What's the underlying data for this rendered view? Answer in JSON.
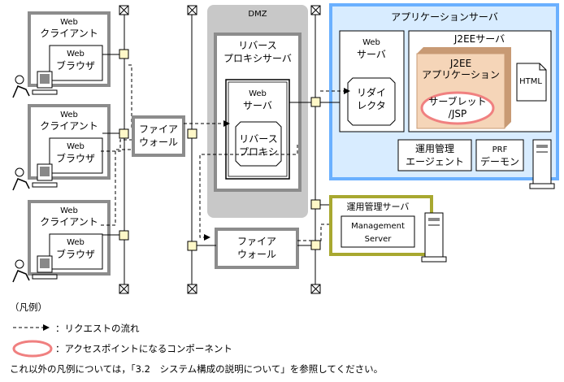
{
  "clients": [
    {
      "web": "Web",
      "client": "クライアント",
      "browser_web": "Web",
      "browser": "ブラウザ"
    },
    {
      "web": "Web",
      "client": "クライアント",
      "browser_web": "Web",
      "browser": "ブラウザ"
    },
    {
      "web": "Web",
      "client": "クライアント",
      "browser_web": "Web",
      "browser": "ブラウザ"
    }
  ],
  "firewall_left": {
    "line1": "ファイア",
    "line2": "ウォール"
  },
  "dmz": {
    "title": "DMZ",
    "reverse_proxy_server": {
      "line1": "リバース",
      "line2": "プロキシサーバ"
    },
    "web_server": {
      "line1": "Web",
      "line2": "サーバ"
    },
    "reverse_proxy": {
      "line1": "リバース",
      "line2": "プロキシ"
    }
  },
  "firewall_bottom": {
    "line1": "ファイア",
    "line2": "ウォール"
  },
  "app_server": {
    "title": "アプリケーションサーバ",
    "web_server": {
      "line1": "Web",
      "line2": "サーバ"
    },
    "redirector": {
      "line1": "リダイ",
      "line2": "レクタ"
    },
    "j2ee_server": "J2EEサーバ",
    "j2ee_app": {
      "line1": "J2EE",
      "line2": "アプリケーション"
    },
    "servlet": {
      "line1": "サーブレット",
      "line2": "/JSP"
    },
    "html": "HTML",
    "mgmt_agent": {
      "line1": "運用管理",
      "line2": "エージェント"
    },
    "prf_daemon": {
      "line1": "PRF",
      "line2": "デーモン"
    }
  },
  "mgmt_server": {
    "title": "運用管理サーバ",
    "line1": "Management",
    "line2": "Server"
  },
  "legend": {
    "title": "（凡例）",
    "request_flow": "：リクエストの流れ",
    "access_point": "：アクセスポイントになるコンポーネント",
    "note": "これ以外の凡例については，「3.2　システム構成の説明について」を参照してください。"
  },
  "colors": {
    "client_border": "#8c8c8c",
    "dmz_fill": "#c8c8c8",
    "app_border": "#6ab0ff",
    "app_fill": "#d8ecff",
    "j2ee_fill": "#f5d5b8",
    "j2ee_border": "#c89a74",
    "access_point": "#f08080",
    "mgmt_border": "#a8a830",
    "port_fill": "#fff8c8"
  }
}
